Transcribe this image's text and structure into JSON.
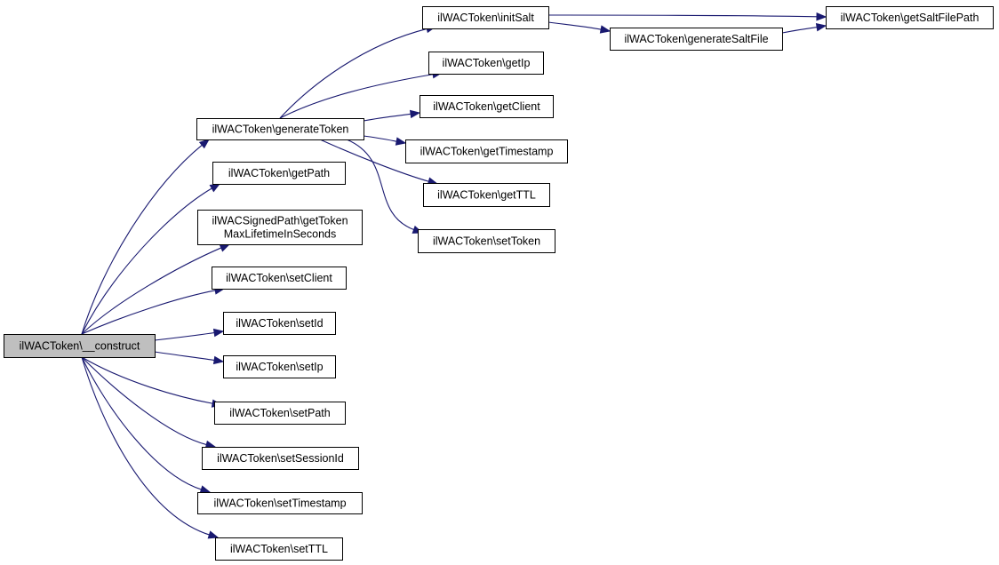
{
  "nodes": {
    "construct": {
      "lines": [
        "ilWACToken\\__construct"
      ]
    },
    "generateToken": {
      "lines": [
        "ilWACToken\\generateToken"
      ]
    },
    "getPath": {
      "lines": [
        "ilWACToken\\getPath"
      ]
    },
    "getTokenMaxLifetime": {
      "lines": [
        "ilWACSignedPath\\getToken",
        "MaxLifetimeInSeconds"
      ]
    },
    "setClient": {
      "lines": [
        "ilWACToken\\setClient"
      ]
    },
    "setId": {
      "lines": [
        "ilWACToken\\setId"
      ]
    },
    "setIp": {
      "lines": [
        "ilWACToken\\setIp"
      ]
    },
    "setPath": {
      "lines": [
        "ilWACToken\\setPath"
      ]
    },
    "setSessionId": {
      "lines": [
        "ilWACToken\\setSessionId"
      ]
    },
    "setTimestamp": {
      "lines": [
        "ilWACToken\\setTimestamp"
      ]
    },
    "setTTL": {
      "lines": [
        "ilWACToken\\setTTL"
      ]
    },
    "initSalt": {
      "lines": [
        "ilWACToken\\initSalt"
      ]
    },
    "getIp": {
      "lines": [
        "ilWACToken\\getIp"
      ]
    },
    "getClient": {
      "lines": [
        "ilWACToken\\getClient"
      ]
    },
    "getTimestamp": {
      "lines": [
        "ilWACToken\\getTimestamp"
      ]
    },
    "getTTL": {
      "lines": [
        "ilWACToken\\getTTL"
      ]
    },
    "setToken": {
      "lines": [
        "ilWACToken\\setToken"
      ]
    },
    "generateSaltFile": {
      "lines": [
        "ilWACToken\\generateSaltFile"
      ]
    },
    "getSaltFilePath": {
      "lines": [
        "ilWACToken\\getSaltFilePath"
      ]
    }
  },
  "edges": [
    {
      "from": "construct",
      "to": "generateToken"
    },
    {
      "from": "construct",
      "to": "getPath"
    },
    {
      "from": "construct",
      "to": "getTokenMaxLifetime"
    },
    {
      "from": "construct",
      "to": "setClient"
    },
    {
      "from": "construct",
      "to": "setId"
    },
    {
      "from": "construct",
      "to": "setIp"
    },
    {
      "from": "construct",
      "to": "setPath"
    },
    {
      "from": "construct",
      "to": "setSessionId"
    },
    {
      "from": "construct",
      "to": "setTimestamp"
    },
    {
      "from": "construct",
      "to": "setTTL"
    },
    {
      "from": "generateToken",
      "to": "initSalt"
    },
    {
      "from": "generateToken",
      "to": "getIp"
    },
    {
      "from": "generateToken",
      "to": "getClient"
    },
    {
      "from": "generateToken",
      "to": "getTimestamp"
    },
    {
      "from": "generateToken",
      "to": "getTTL"
    },
    {
      "from": "generateToken",
      "to": "setToken"
    },
    {
      "from": "initSalt",
      "to": "getSaltFilePath"
    },
    {
      "from": "initSalt",
      "to": "generateSaltFile"
    },
    {
      "from": "generateSaltFile",
      "to": "getSaltFilePath"
    }
  ],
  "colors": {
    "edge": "#191970",
    "root_fill": "#bfbfbf",
    "node_fill": "#ffffff",
    "node_stroke": "#000000"
  }
}
